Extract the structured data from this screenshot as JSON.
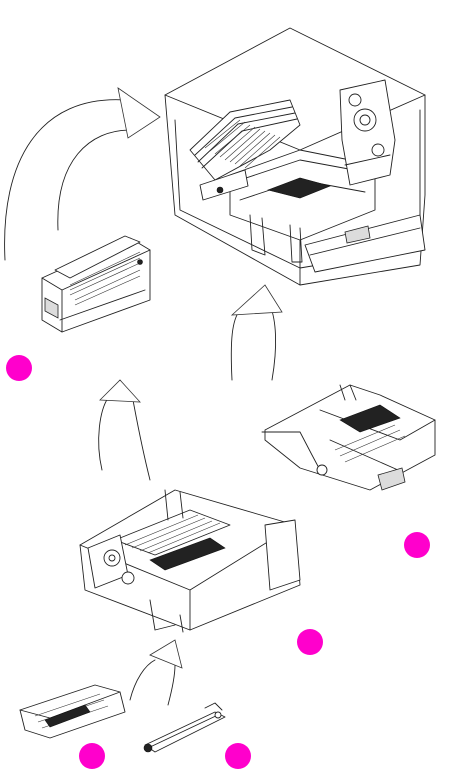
{
  "colors": {
    "callout": "#ff00cc",
    "line": "#222222",
    "background": "#ffffff"
  },
  "callouts": [
    {
      "id": "callout-1"
    },
    {
      "id": "callout-2"
    },
    {
      "id": "callout-3"
    },
    {
      "id": "callout-4"
    },
    {
      "id": "callout-5"
    }
  ]
}
